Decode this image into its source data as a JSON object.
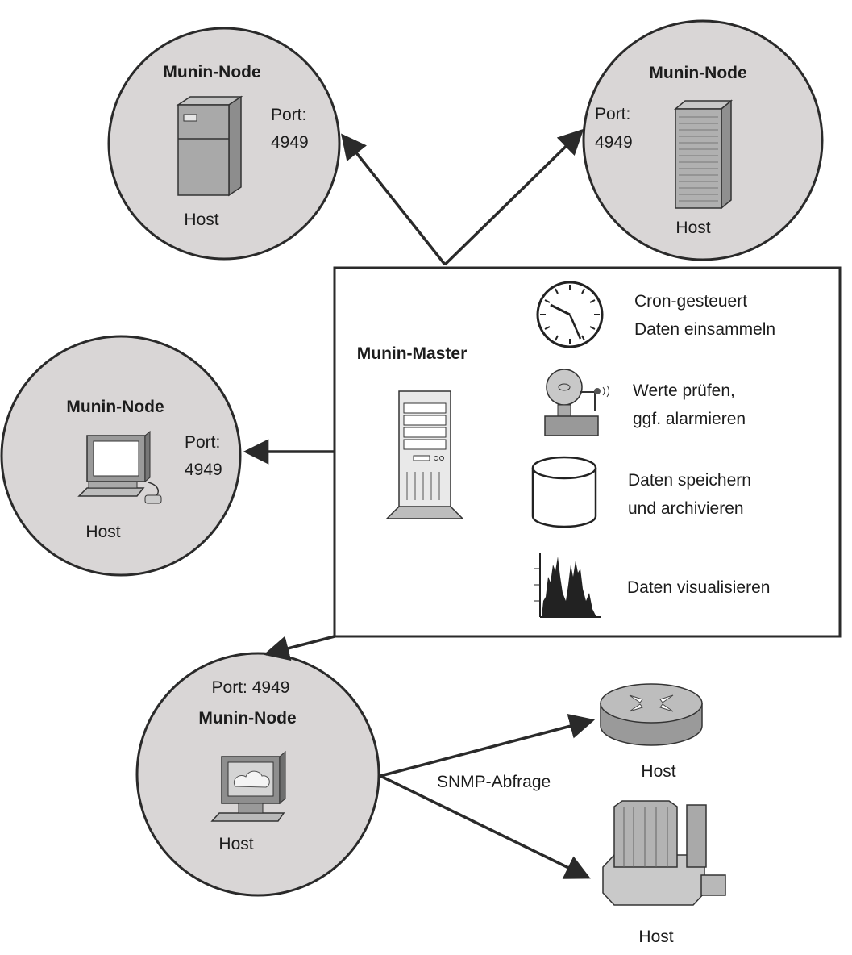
{
  "nodes": [
    {
      "title": "Munin-Node",
      "port_label": "Port:",
      "port_number": "4949",
      "host_label": "Host"
    },
    {
      "title": "Munin-Node",
      "port_label": "Port:",
      "port_number": "4949",
      "host_label": "Host"
    },
    {
      "title": "Munin-Node",
      "port_label": "Port:",
      "port_number": "4949",
      "host_label": "Host"
    },
    {
      "title": "Munin-Node",
      "port_label": "Port: 4949",
      "host_label": "Host"
    }
  ],
  "master": {
    "title": "Munin-Master",
    "tasks": [
      {
        "icon": "clock-icon",
        "line1": "Cron-gesteuert",
        "line2": "Daten einsammeln"
      },
      {
        "icon": "alarm-bell-icon",
        "line1": "Werte prüfen,",
        "line2": "ggf. alarmieren"
      },
      {
        "icon": "database-icon",
        "line1": "Daten speichern",
        "line2": "und archivieren"
      },
      {
        "icon": "histogram-icon",
        "line1": "Daten visualisieren"
      }
    ]
  },
  "snmp": {
    "label": "SNMP-Abfrage",
    "targets": [
      {
        "icon": "router-icon",
        "host_label": "Host"
      },
      {
        "icon": "switch-icon",
        "host_label": "Host"
      }
    ]
  },
  "colors": {
    "circle_fill": "#d9d6d6",
    "line": "#2a2a2a",
    "box_bg": "#ffffff"
  }
}
